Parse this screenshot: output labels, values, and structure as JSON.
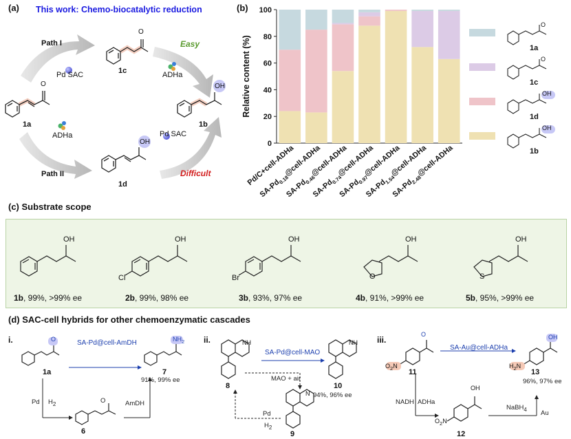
{
  "panel_a": {
    "label": "(a)",
    "title": "This work: Chemo-biocatalytic reduction",
    "path1": "Path I",
    "path2": "Path II",
    "easy": "Easy",
    "difficult": "Difficult",
    "pd_sac_1": "Pd SAC",
    "pd_sac_2": "Pd SAC",
    "adha_1": "ADHa",
    "adha_2": "ADHa",
    "c_1a": "1a",
    "c_1b": "1b",
    "c_1c": "1c",
    "c_1d": "1d",
    "oh_1b": "OH",
    "oh_1d": "OH",
    "o_1a": "O",
    "o_1c": "O"
  },
  "panel_b": {
    "label": "(b)",
    "legend": [
      {
        "code": "1a",
        "atom": "O",
        "color": "#c6d9df"
      },
      {
        "code": "1c",
        "atom": "O",
        "color": "#dccbe6"
      },
      {
        "code": "1d",
        "atom": "OH",
        "color": "#efc4c9"
      },
      {
        "code": "1b",
        "atom": "OH",
        "color": "#efe1b2"
      }
    ]
  },
  "chart_data": {
    "type": "bar",
    "stacked": true,
    "ylabel": "Relative content (%)",
    "ylim": [
      0,
      100
    ],
    "yticks": [
      0,
      20,
      40,
      60,
      80,
      100
    ],
    "categories": [
      {
        "pre": "Pd/C+cell-ADHa",
        "sub": "",
        "post": ""
      },
      {
        "pre": "SA-Pd",
        "sub": "0.18",
        "post": "@cell-ADHa"
      },
      {
        "pre": "SA-Pd",
        "sub": "0.46",
        "post": "@cell-ADHa"
      },
      {
        "pre": "SA-Pd",
        "sub": "0.74",
        "post": "@cell-ADHa"
      },
      {
        "pre": "SA-Pd",
        "sub": "0.97",
        "post": "@cell-ADHa"
      },
      {
        "pre": "SA-Pd",
        "sub": "1.54",
        "post": "@cell-ADHa"
      },
      {
        "pre": "SA-Pd",
        "sub": "2.48",
        "post": "@cell-ADHa"
      }
    ],
    "series": [
      {
        "name": "1b",
        "color": "#efe1b2",
        "values": [
          24,
          23,
          54,
          88,
          99,
          72,
          63
        ]
      },
      {
        "name": "1d",
        "color": "#efc4c9",
        "values": [
          46,
          62,
          35,
          7,
          1,
          0,
          0
        ]
      },
      {
        "name": "1c",
        "color": "#dccbe6",
        "values": [
          0,
          0,
          1,
          3,
          0,
          27,
          36
        ]
      },
      {
        "name": "1a",
        "color": "#c6d9df",
        "values": [
          30,
          15,
          10,
          2,
          0,
          1,
          1
        ]
      }
    ]
  },
  "panel_c": {
    "label": "(c) Substrate scope",
    "items": [
      {
        "code": "1b",
        "text": ", 99%, >99% ee",
        "oh": "OH",
        "subst": ""
      },
      {
        "code": "2b",
        "text": ", 99%, 98% ee",
        "oh": "OH",
        "subst": "Cl"
      },
      {
        "code": "3b",
        "text": ", 93%, 97% ee",
        "oh": "OH",
        "subst": "Br"
      },
      {
        "code": "4b",
        "text": ", 91%, >99% ee",
        "oh": "OH",
        "subst": "O"
      },
      {
        "code": "5b",
        "text": ", 95%, >99% ee",
        "oh": "OH",
        "subst": "S"
      }
    ]
  },
  "panel_d": {
    "label": "(d) SAC-cell hybrids for other chemoenzymatic cascades",
    "i": {
      "num": "i.",
      "catalyst": "SA-Pd@cell-AmDH",
      "c_1a": "1a",
      "c_6": "6",
      "c_7": "7",
      "result": "91%, 99% ee",
      "pd": "Pd",
      "h2": "H",
      "h2_sub": "2",
      "amdh": "AmDH",
      "o1": "O",
      "o2": "O",
      "nh2": "NH",
      "nh2_sub": "2"
    },
    "ii": {
      "num": "ii.",
      "catalyst": "SA-Pd@cell-MAO",
      "c_8": "8",
      "c_9": "9",
      "c_10": "10",
      "result": "94%, 96% ee",
      "mao_air": "MAO + air",
      "pd": "Pd",
      "h2": "H",
      "h2_sub": "2",
      "nh1": "NH",
      "nh2": "NH",
      "n": "N"
    },
    "iii": {
      "num": "iii.",
      "catalyst": "SA-Au@cell-ADHa",
      "c_11": "11",
      "c_12": "12",
      "c_13": "13",
      "result": "96%, 97% ee",
      "nadh": "NADH",
      "adha": "ADHa",
      "nabh4": "NaBH",
      "nabh4_sub": "4",
      "au": "Au",
      "o2n_1": "O",
      "o2n_1b": "N",
      "o2n_2": "O",
      "o2n_2b": "N",
      "h2n": "H",
      "h2n_b": "N",
      "oh1": "OH",
      "oh2": "OH",
      "o": "O"
    }
  }
}
